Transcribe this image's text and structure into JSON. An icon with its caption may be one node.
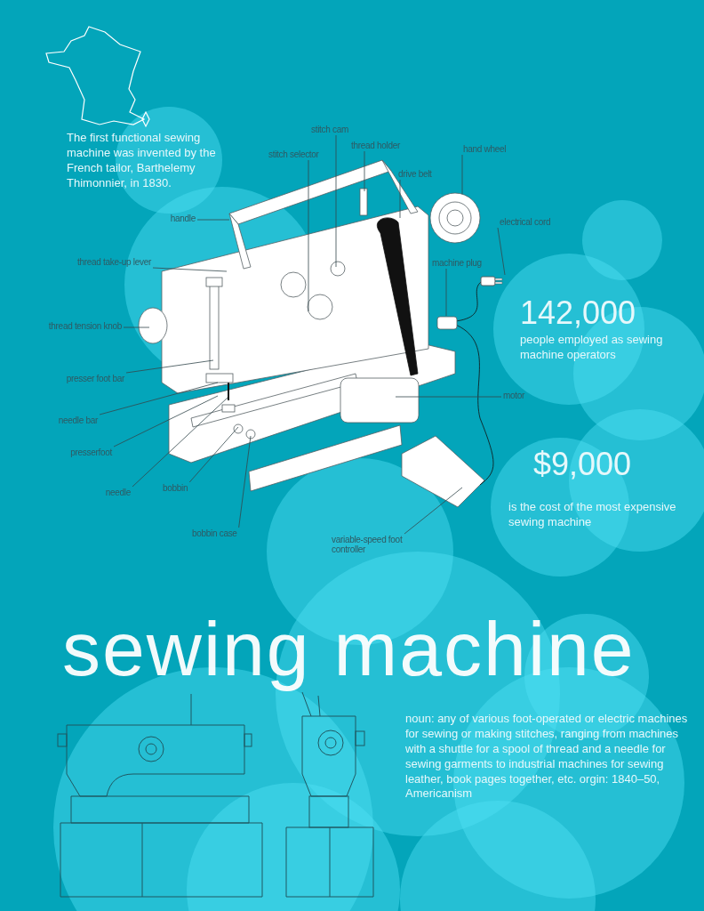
{
  "diagram": {
    "title": "sewing machine",
    "nodes": [
      {
        "text": [
          "stitch cam"
        ]
      },
      {
        "text": [
          "thread holder"
        ]
      },
      {
        "text": [
          "hand wheel"
        ]
      },
      {
        "text": [
          "stitch selector"
        ]
      },
      {
        "text": [
          "drive belt"
        ]
      },
      {
        "text": [
          "handle"
        ]
      },
      {
        "text": [
          "electrical cord"
        ]
      },
      {
        "text": [
          "thread take-up lever"
        ]
      },
      {
        "text": [
          "machine plug"
        ]
      },
      {
        "text": [
          "thread tension knob"
        ]
      },
      {
        "text": [
          "presser foot bar"
        ]
      },
      {
        "text": [
          "motor"
        ]
      },
      {
        "text": [
          "needle bar"
        ]
      },
      {
        "text": [
          "presserfoot"
        ]
      },
      {
        "text": [
          "needle"
        ]
      },
      {
        "text": [
          "bobbin"
        ]
      },
      {
        "text": [
          "bobbin case"
        ]
      },
      {
        "text": [
          "variable-speed foot controller"
        ]
      },
      {
        "text": [],
        "shape": "box"
      }
    ],
    "edges": [
      {
        "from": 0,
        "to": null,
        "arrow": "none"
      },
      {
        "from": 1,
        "to": null,
        "arrow": "none"
      },
      {
        "from": 2,
        "to": null,
        "arrow": "none"
      },
      {
        "from": 3,
        "to": null,
        "arrow": "none"
      },
      {
        "from": 4,
        "to": null,
        "arrow": "none"
      },
      {
        "from": 5,
        "to": null,
        "arrow": "none"
      },
      {
        "from": 6,
        "to": 18,
        "arrow": "none"
      },
      {
        "from": 7,
        "to": null,
        "arrow": "none"
      },
      {
        "from": 8,
        "to": null,
        "arrow": "none"
      },
      {
        "from": 9,
        "to": null,
        "arrow": "none"
      },
      {
        "from": 10,
        "to": null,
        "arrow": "none"
      },
      {
        "from": 11,
        "to": null,
        "arrow": "none"
      },
      {
        "from": 12,
        "to": null,
        "arrow": "none"
      },
      {
        "from": 13,
        "to": null,
        "arrow": "none"
      },
      {
        "from": 14,
        "to": null,
        "arrow": "none"
      },
      {
        "from": 15,
        "to": null,
        "arrow": "none"
      },
      {
        "from": 16,
        "to": null,
        "arrow": "none"
      },
      {
        "from": 17,
        "to": null,
        "arrow": "none"
      }
    ],
    "labels": [
      "The first functional sewing machine was invented by the French tailor, Barthelemy Thimonnier, in 1830.",
      "142,000",
      "people employed as sewing machine operators",
      "$9,000",
      "is the cost of the most expensive sewing machine",
      "noun: any of various foot-operated or electric machines for sewing or making stitches, ranging from machines with a shuttle for a spool of thread and a needle for sewing garments to industrial machines for sewing leather, book pages together, etc. orgin: 1840–50, Americanism"
    ]
  }
}
